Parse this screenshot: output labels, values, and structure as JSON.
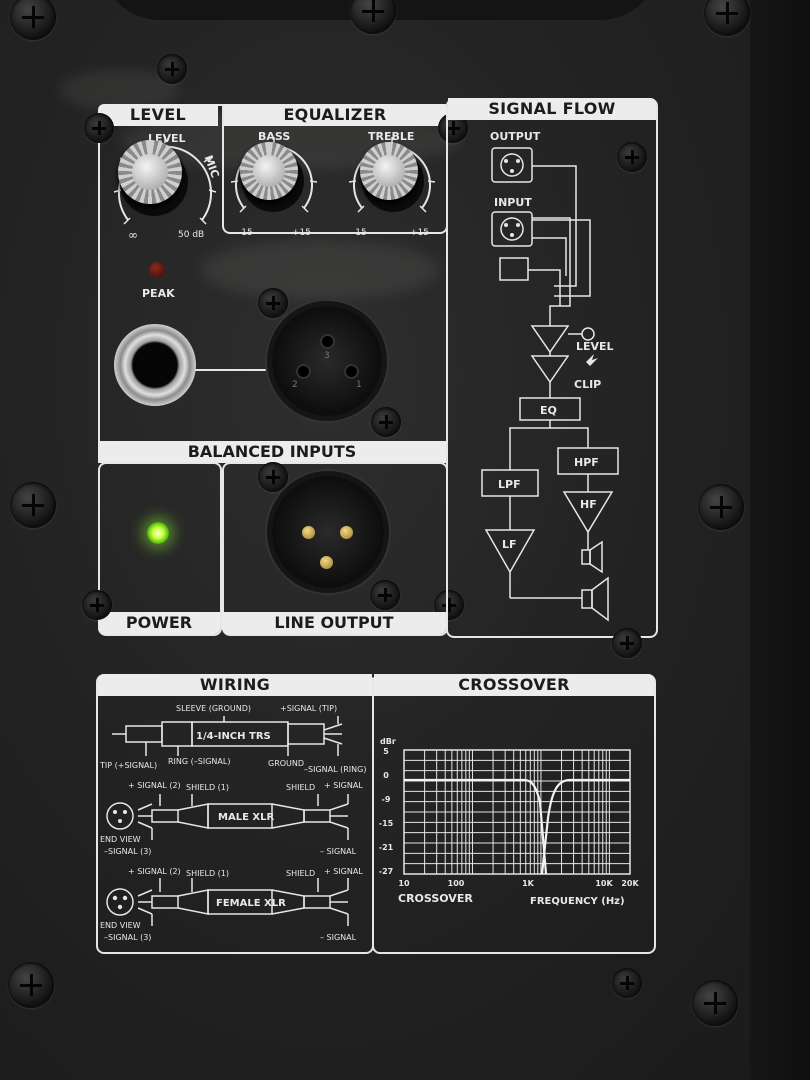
{
  "level": {
    "title": "LEVEL",
    "knob_label": "LEVEL",
    "mic_label": "MIC",
    "min_label": "∞",
    "max_label": "50 dB",
    "peak_label": "PEAK"
  },
  "equalizer": {
    "title": "EQUALIZER",
    "bass_label": "BASS",
    "treble_label": "TREBLE",
    "bass_min": "-15",
    "bass_max": "+15",
    "treble_min": "-15",
    "treble_max": "+15"
  },
  "balanced_inputs": {
    "title": "BALANCED INPUTS",
    "pins": [
      "3",
      "2",
      "1"
    ]
  },
  "power": {
    "title": "POWER",
    "led_color": "#b8ff3a"
  },
  "line_output": {
    "title": "LINE OUTPUT"
  },
  "signal_flow": {
    "title": "SIGNAL FLOW",
    "output": "OUTPUT",
    "input": "INPUT",
    "level": "LEVEL",
    "clip": "CLIP",
    "eq": "EQ",
    "lpf": "LPF",
    "hpf": "HPF",
    "lf": "LF",
    "hf": "HF"
  },
  "wiring": {
    "title": "WIRING",
    "trs": "1/4-INCH TRS",
    "sleeve": "SLEEVE (GROUND)",
    "tip_top": "+SIGNAL (TIP)",
    "tip_left": "TIP (+SIGNAL)",
    "ring_left": "RING (–SIGNAL)",
    "ground": "GROUND",
    "ring_right": "–SIGNAL (RING)",
    "male_xlr": "MALE XLR",
    "female_xlr": "FEMALE XLR",
    "plus_signal_2": "+ SIGNAL (2)",
    "shield_1": "SHIELD (1)",
    "shield": "SHIELD",
    "plus_signal": "+ SIGNAL",
    "end_view": "END VIEW",
    "minus_signal_3": "–SIGNAL (3)",
    "minus_signal": "– SIGNAL"
  },
  "crossover": {
    "title": "CROSSOVER",
    "unit": "dBr",
    "y_ticks": [
      "5",
      "0",
      "-9",
      "-15",
      "-21",
      "-27"
    ],
    "x_ticks": [
      "10",
      "100",
      "1K",
      "10K",
      "20K"
    ],
    "xlabel_left": "CROSSOVER",
    "xlabel_right": "FREQUENCY (Hz)"
  }
}
